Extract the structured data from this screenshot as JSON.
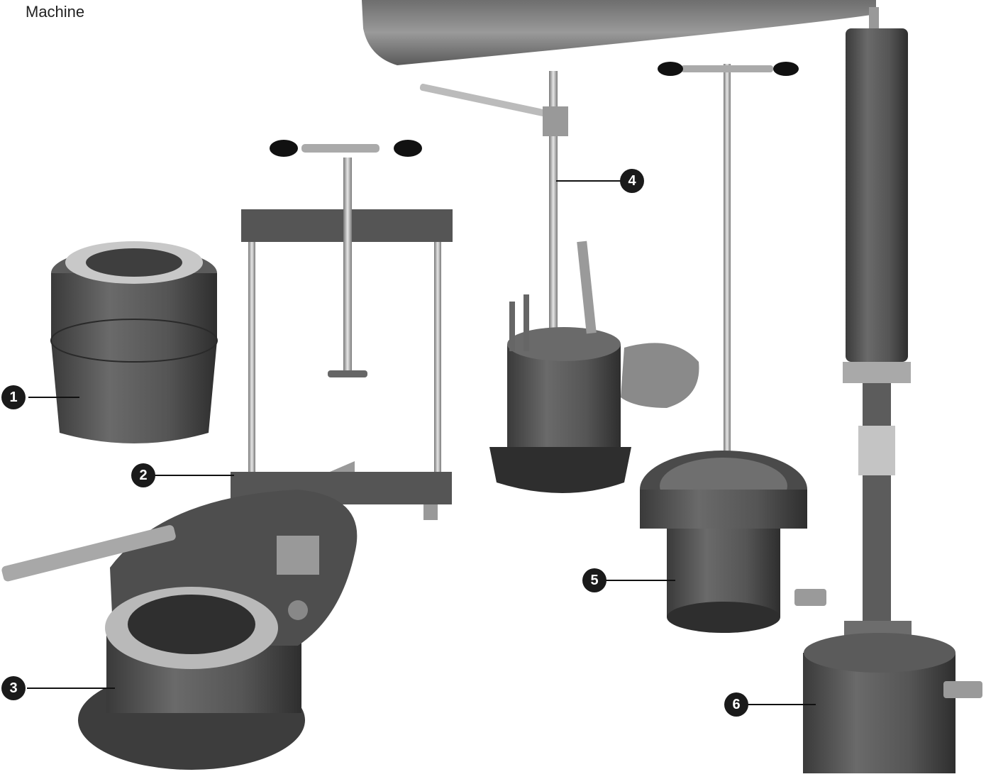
{
  "caption": "Machine",
  "callouts": [
    {
      "label": "1"
    },
    {
      "label": "2"
    },
    {
      "label": "3"
    },
    {
      "label": "4"
    },
    {
      "label": "5"
    },
    {
      "label": "6"
    }
  ]
}
